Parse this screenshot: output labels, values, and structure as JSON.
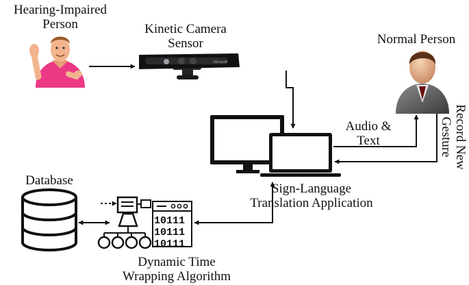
{
  "nodes": {
    "hearing_impaired": {
      "line1": "Hearing-Impaired",
      "line2": "Person"
    },
    "camera": {
      "line1": "Kinetic Camera",
      "line2": "Sensor"
    },
    "normal_person": {
      "line1": "Normal Person"
    },
    "app": {
      "line1": "Sign-Language",
      "line2": "Translation Application"
    },
    "database": {
      "line1": "Database"
    },
    "dtw": {
      "line1": "Dynamic Time",
      "line2": "Wrapping Algorithm"
    }
  },
  "edges": {
    "audio_text": {
      "line1": "Audio &",
      "line2": "Text"
    },
    "record_gesture": {
      "line1": "Record New",
      "line2": "Gesture"
    }
  },
  "dtw_icon": {
    "binary_rows": [
      "10111",
      "10111",
      "10111"
    ]
  },
  "camera_icon": {
    "brand": "Microsoft"
  },
  "colors": {
    "line": "#111111",
    "shirt": "#ec3a86",
    "skin": "#f1b48e"
  }
}
